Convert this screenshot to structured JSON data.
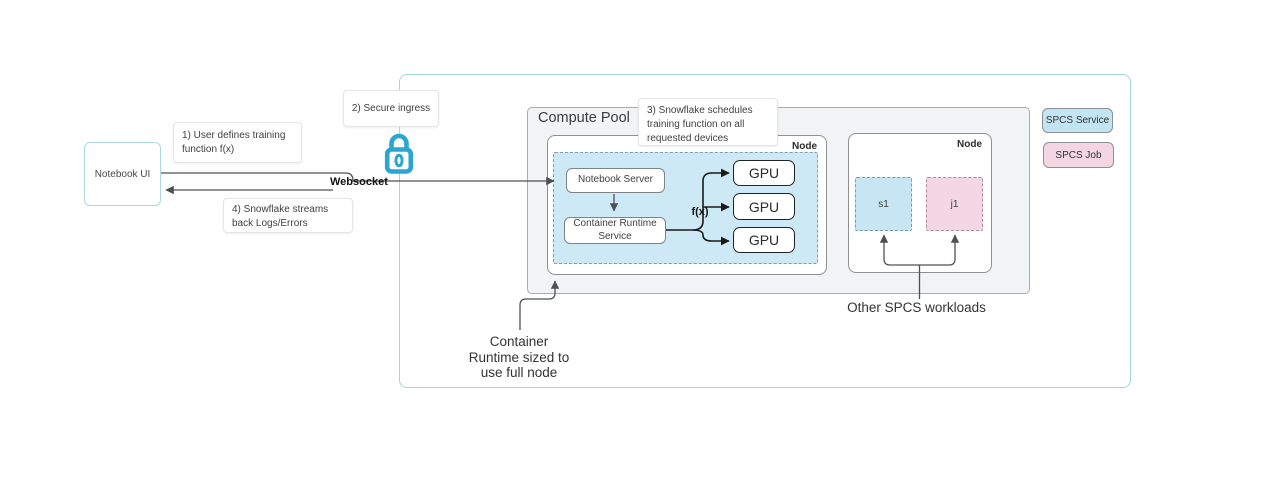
{
  "colors": {
    "accent_teal": "#a5d6e0",
    "lock_teal": "#2ba6d0",
    "compute_pool_fill": "#f2f3f4",
    "blue_region_fill": "#cde9f6",
    "service_blue": "#c2e5f3",
    "job_pink": "#f3d6e1",
    "arrow_gray": "#4d5055",
    "arrow_black": "#1a1a1a"
  },
  "left": {
    "notebook_ui": "Notebook UI",
    "websocket": "Websocket",
    "note1": {
      "line1": "1) User defines training",
      "line2": "function f(x)"
    },
    "note2": "2) Secure ingress",
    "note4": {
      "line1": "4) Snowflake streams",
      "line2": "back Logs/Errors"
    }
  },
  "compute_pool": {
    "title": "Compute Pool",
    "note3": {
      "line1": "3) Snowflake schedules",
      "line2": "training function on all",
      "line3": "requested devices"
    },
    "node1": {
      "label": "Node",
      "notebook_server": "Notebook Server",
      "crs_line1": "Container Runtime",
      "crs_line2": "Service",
      "fx": "f(x)",
      "gpu1": "GPU",
      "gpu2": "GPU",
      "gpu3": "GPU"
    },
    "node2": {
      "label": "Node",
      "s1": "s1",
      "j1": "j1"
    }
  },
  "annotations": {
    "other_workloads": "Other SPCS workloads",
    "runtime_note": {
      "line1": "Container",
      "line2": "Runtime sized to",
      "line3": "use full node"
    }
  },
  "legend": {
    "service": "SPCS Service",
    "job": "SPCS Job"
  }
}
